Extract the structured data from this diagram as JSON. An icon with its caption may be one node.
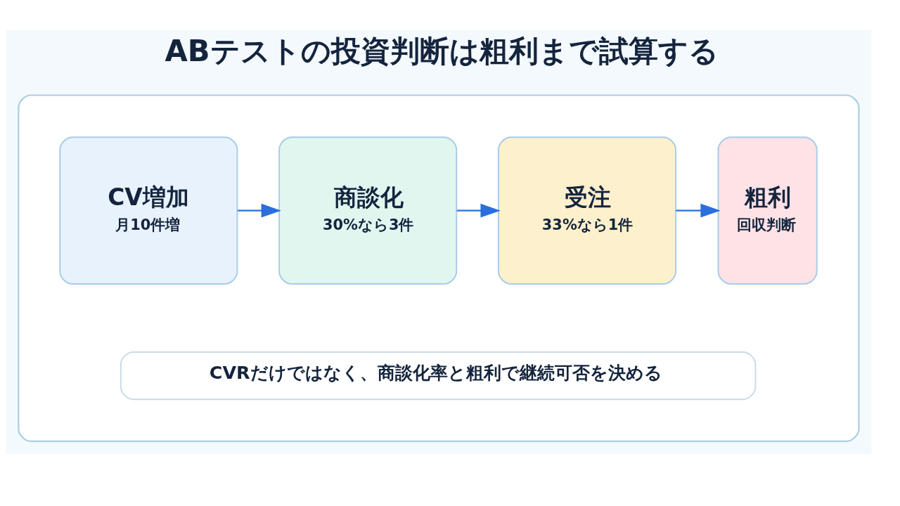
{
  "diagram": {
    "title": "ABテストの投資判断は粗利まで試算する",
    "nodes": [
      {
        "text": [],
        "shape": "box"
      },
      {
        "text": [
          "CV増加",
          "月10件増"
        ],
        "in": 0
      },
      {
        "text": [
          "商談化",
          "30%なら3件"
        ],
        "in": 0
      },
      {
        "text": [
          "受注",
          "33%なら1件"
        ],
        "in": 0
      },
      {
        "text": [
          "粗利",
          "回収判断"
        ],
        "in": 0
      },
      {
        "text": [
          "CVRだけではなく、商談化率と粗利で継続可否を決める"
        ],
        "in": 0
      }
    ],
    "edges": [
      {
        "from": 1,
        "to": 2,
        "arrow": "to"
      },
      {
        "from": 2,
        "to": 3,
        "arrow": "to"
      },
      {
        "from": 3,
        "to": 4,
        "arrow": "to"
      }
    ]
  }
}
